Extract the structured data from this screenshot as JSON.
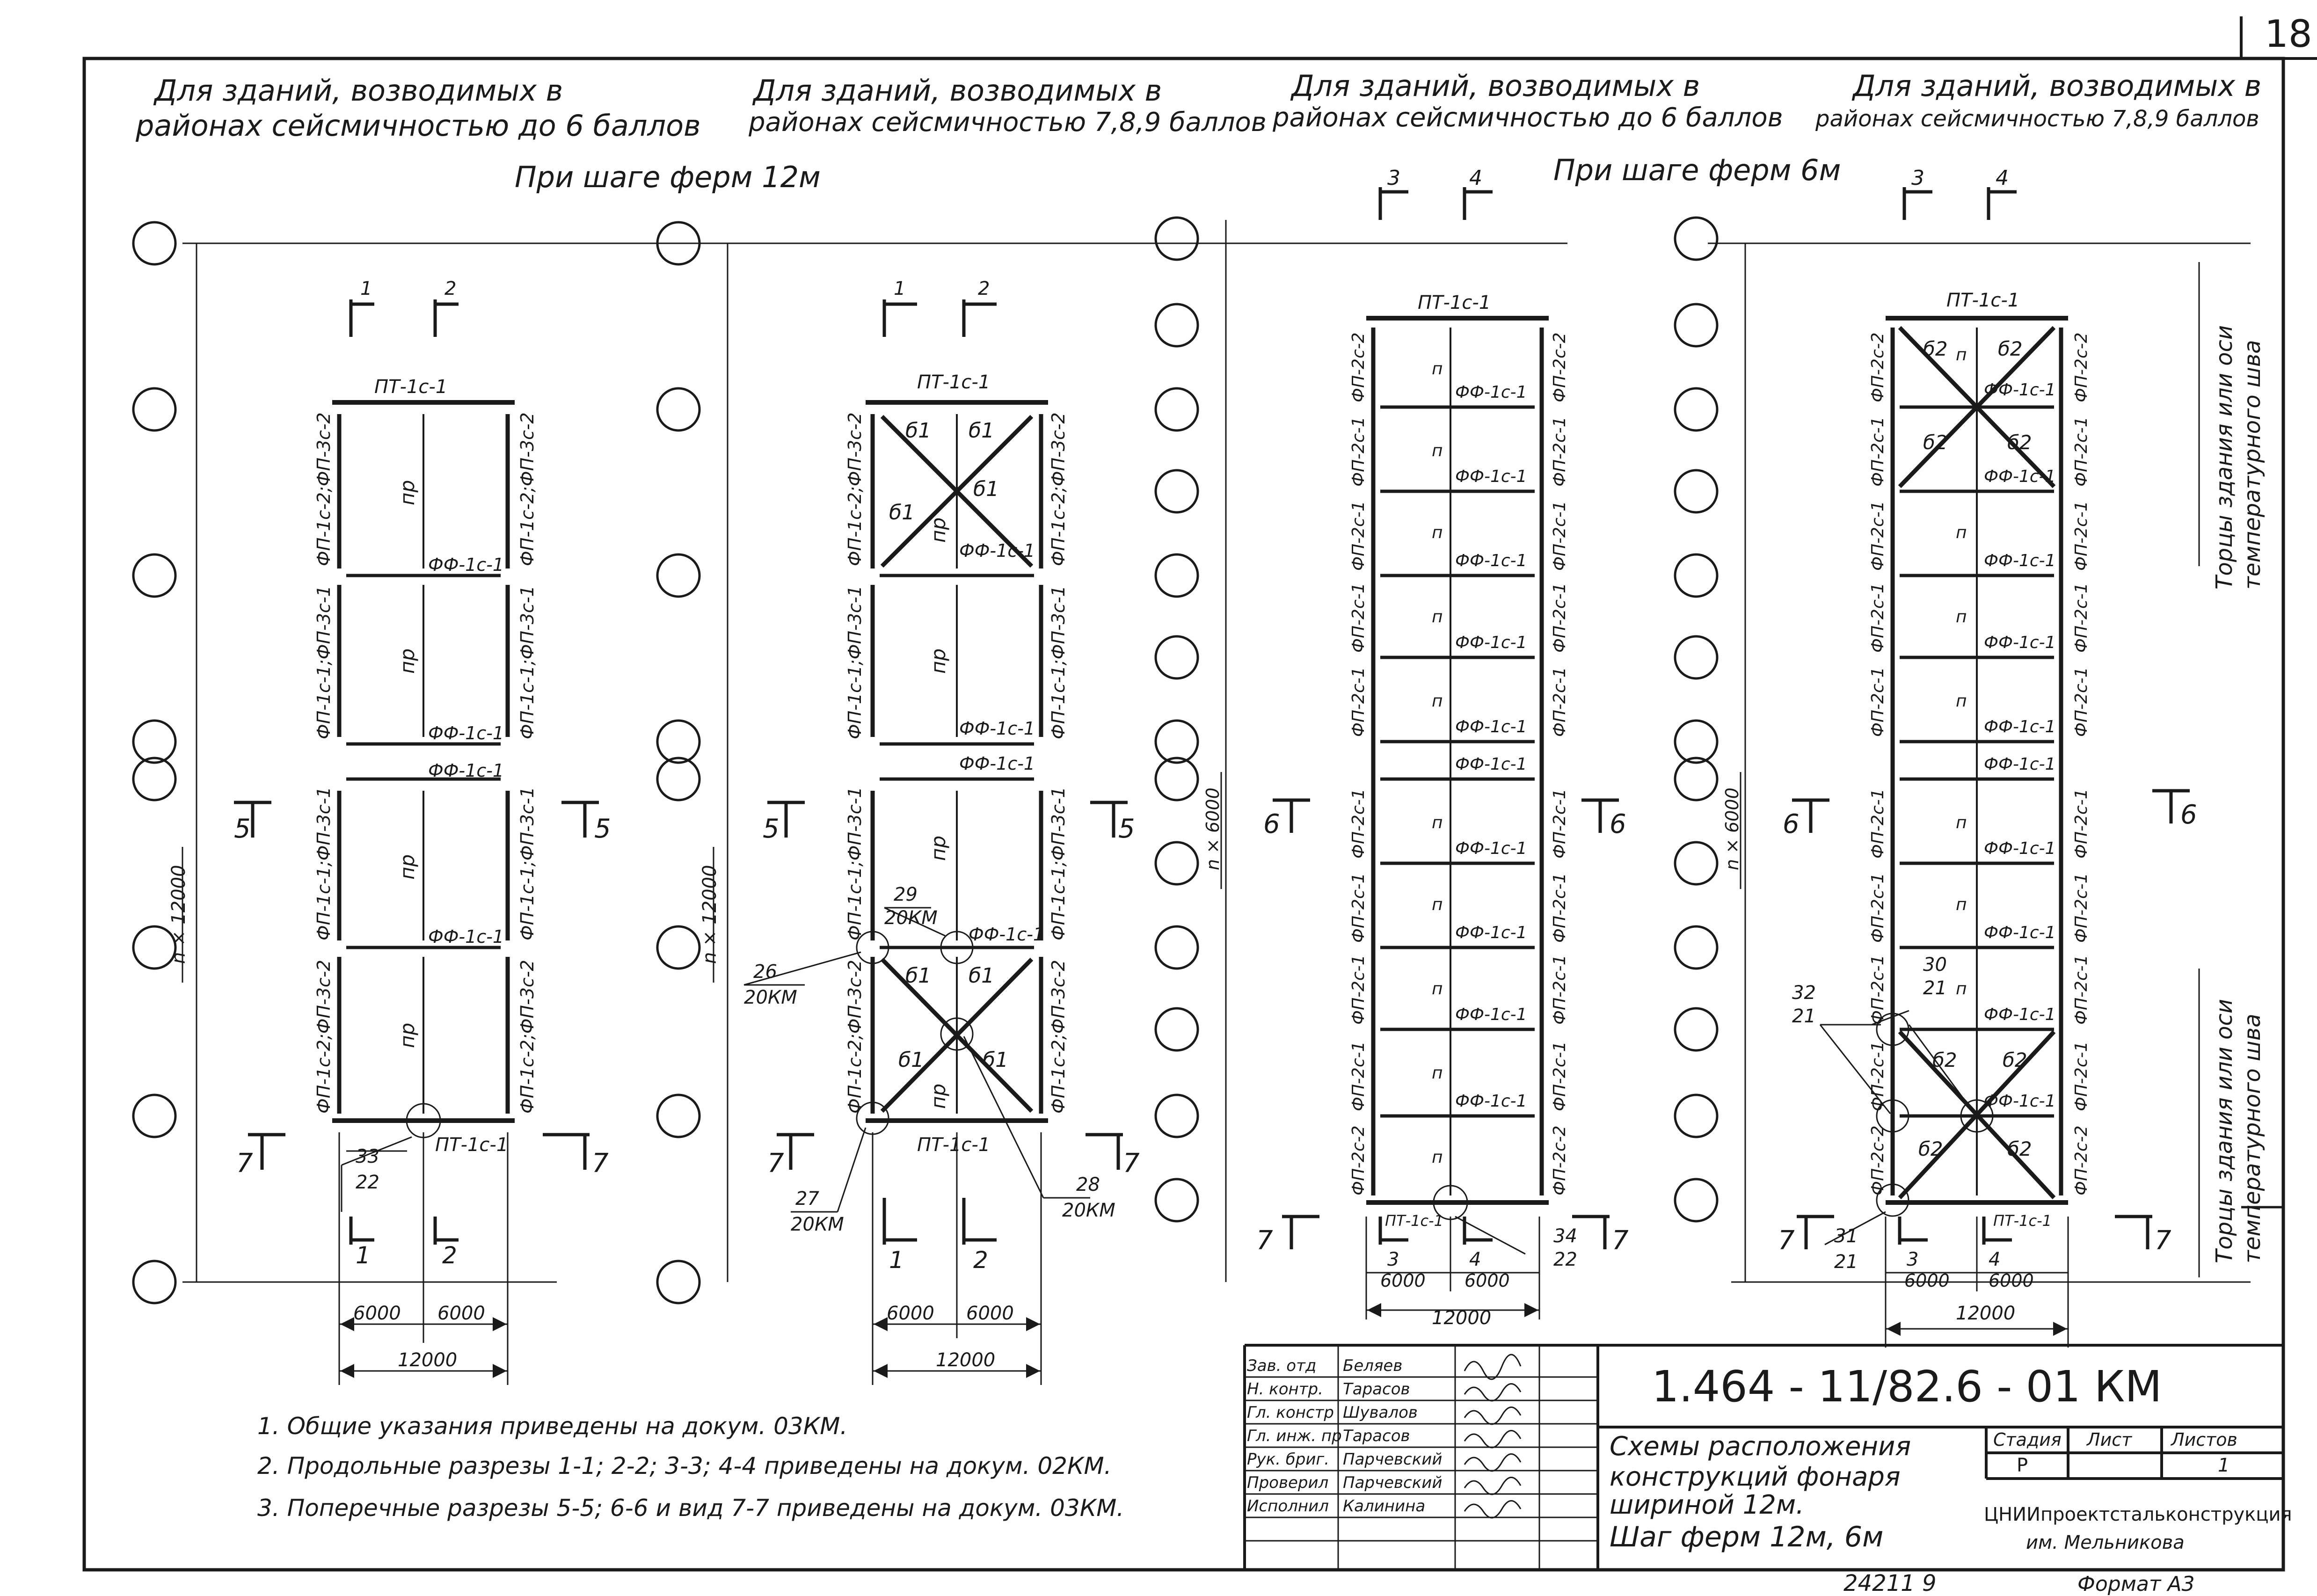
{
  "sheet_number": "18",
  "headers": [
    {
      "line1": "Для зданий, возводимых в",
      "line2": "районах сейсмичностью до 6 баллов"
    },
    {
      "line1": "Для зданий, возводимых в",
      "line2": "районах сейсмичностью 7,8,9 баллов"
    },
    {
      "line1": "Для зданий, возводимых в",
      "line2": "районах сейсмичностью до 6 баллов"
    },
    {
      "line1": "Для зданий, возводимых в",
      "line2": "районах сейсмичностью 7,8,9 баллов"
    }
  ],
  "truss_step_12": "При шаге ферм 12м",
  "truss_step_6": "При шаге ферм 6м",
  "side_notes": {
    "top": "Торцы здания или оси",
    "top2": "температурного шва",
    "bottom": "Торцы здания или оси",
    "bottom2": "температурного шва"
  },
  "labels": {
    "pt": "ПТ-1с-1",
    "pr": "пр",
    "p": "п",
    "ff": "ФФ-1с-1",
    "b1": "б1",
    "b2": "б2",
    "fp_a": "ФП-1с-2;ФП-3с-2",
    "fp_b": "ФП-1с-1;ФП-3с-1",
    "fp_c": "ФП-2с-2",
    "fp_d": "ФП-2с-1",
    "n12000": "n × 12000",
    "n6000": "n × 6000",
    "d6000": "6000",
    "d12000": "12000"
  },
  "sections": {
    "s1": "1",
    "s2": "2",
    "s3": "3",
    "s4": "4",
    "s5": "5",
    "s6": "6",
    "s7": "7"
  },
  "node_refs": {
    "n26": {
      "num": "26",
      "doc": "20КМ"
    },
    "n27": {
      "num": "27",
      "doc": "20КМ"
    },
    "n28": {
      "num": "28",
      "doc": "20КМ"
    },
    "n29": {
      "num": "29",
      "doc": "20КМ"
    },
    "n30": {
      "num": "30",
      "doc": "21"
    },
    "n31": {
      "num": "31",
      "doc": "21"
    },
    "n32": {
      "num": "32",
      "doc": "21"
    },
    "n33": {
      "num": "33",
      "doc": "22"
    },
    "n34": {
      "num": "34",
      "doc": "22"
    }
  },
  "notes": [
    "1. Общие указания приведены на докум. 03КМ.",
    "2. Продольные разрезы 1-1; 2-2; 3-3; 4-4 приведены на докум. 02КМ.",
    "3. Поперечные разрезы 5-5; 6-6 и вид 7-7 приведены на докум. 03КМ."
  ],
  "title_block": {
    "doc_code": "1.464 - 11/82.6 - 01 КМ",
    "title_lines": [
      "Схемы расположения",
      "конструкций фонаря",
      "шириной 12м.",
      "Шаг ферм 12м, 6м"
    ],
    "stage_label": "Стадия",
    "sheet_label": "Лист",
    "sheets_label": "Листов",
    "stage_value": "Р",
    "sheets_value": "1",
    "org": "ЦНИИпроектстальконструкция",
    "org2": "им. Мельникова",
    "roles": [
      {
        "role": "Зав. отд",
        "name": "Беляев"
      },
      {
        "role": "Н. контр.",
        "name": "Тарасов"
      },
      {
        "role": "Гл. констр",
        "name": "Шувалов"
      },
      {
        "role": "Гл. инж. пр",
        "name": "Тарасов"
      },
      {
        "role": "Рук. бриг.",
        "name": "Парчевский"
      },
      {
        "role": "Проверил",
        "name": "Парчевский"
      },
      {
        "role": "Исполнил",
        "name": "Калинина"
      }
    ],
    "footer_num": "24211  9",
    "format": "Формат А3"
  }
}
